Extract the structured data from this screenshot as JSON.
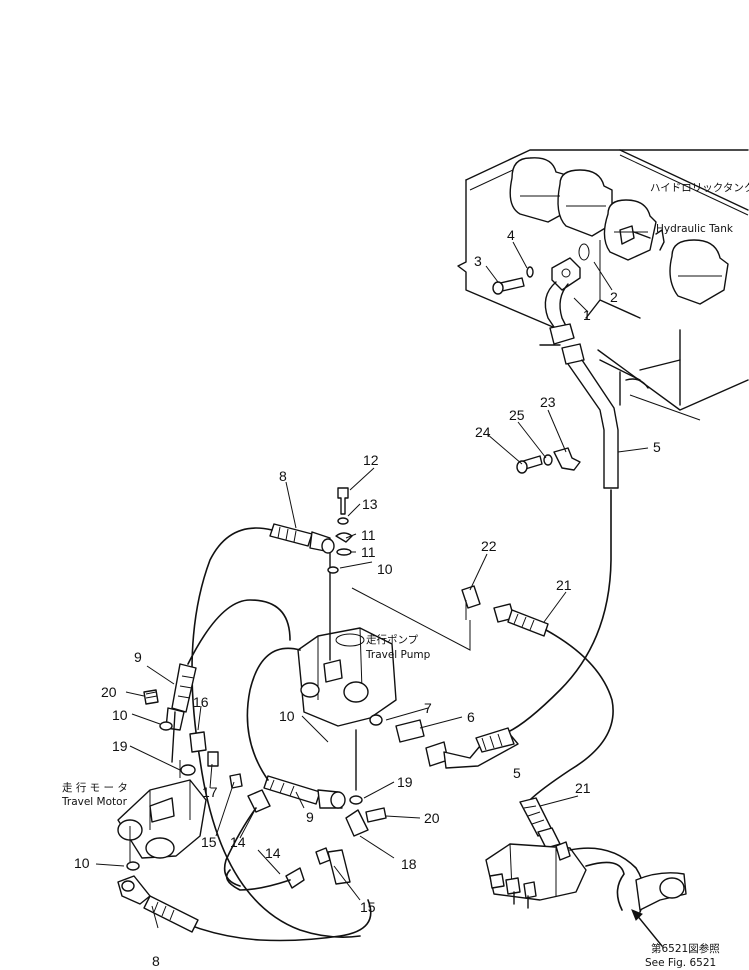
{
  "labels": {
    "hydraulic_tank_jp": "ハイドロリックタンク",
    "hydraulic_tank_en": "Hydraulic Tank",
    "travel_pump_jp": "走行ポンプ",
    "travel_pump_en": "Travel Pump",
    "travel_motor_jp": "走 行 モ ー タ",
    "travel_motor_en": "Travel Motor",
    "see_fig_jp": "第6521図参照",
    "see_fig_en": "See Fig. 6521"
  },
  "callouts": {
    "c1": "1",
    "c2": "2",
    "c3": "3",
    "c4": "4",
    "c5a": "5",
    "c5b": "5",
    "c6": "6",
    "c7": "7",
    "c8a": "8",
    "c8b": "8",
    "c9a": "9",
    "c9b": "9",
    "c10a": "10",
    "c10b": "10",
    "c10c": "10",
    "c10d": "10",
    "c11a": "11",
    "c11b": "11",
    "c12": "12",
    "c13": "13",
    "c14a": "14",
    "c14b": "14",
    "c15a": "15",
    "c15b": "15",
    "c16": "16",
    "c17": "17",
    "c18": "18",
    "c19a": "19",
    "c19b": "19",
    "c20a": "20",
    "c20b": "20",
    "c21a": "21",
    "c21b": "21",
    "c22": "22",
    "c23": "23",
    "c24": "24",
    "c25": "25"
  }
}
